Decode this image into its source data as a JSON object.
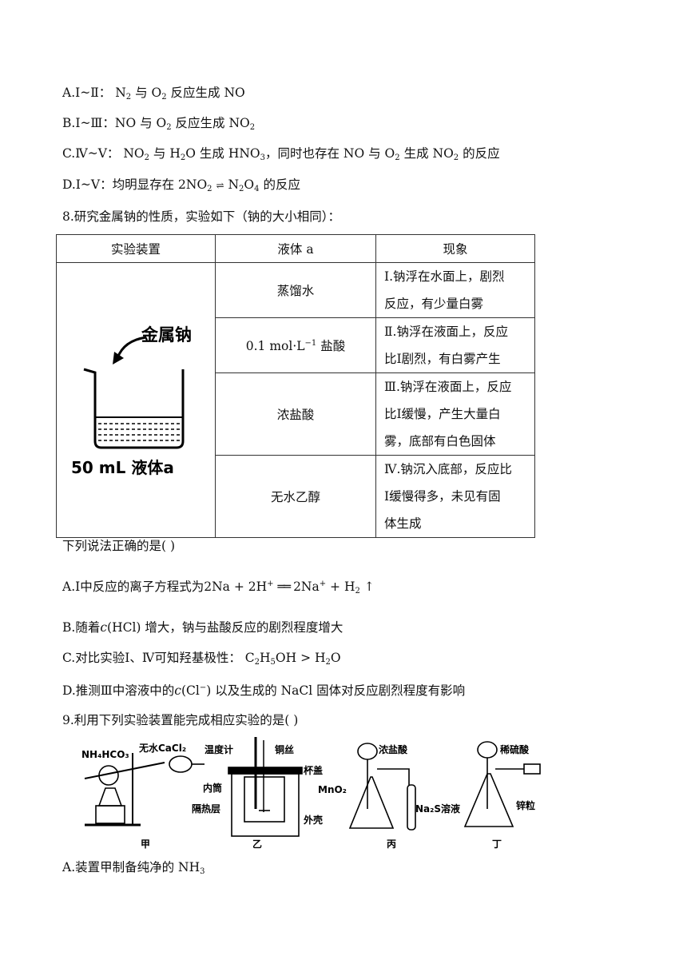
{
  "q7": {
    "A": {
      "label": "A.Ⅰ~Ⅱ：",
      "rest": "反应生成 NO"
    },
    "B": {
      "label": "B.Ⅰ~Ⅲ：",
      "rest": "反应生成"
    },
    "C": {
      "label": "C.Ⅳ~Ⅴ：",
      "mid": "生成",
      "tail": "，同时也存在 NO 与",
      "tail2": "的反应",
      "gen": "生成"
    },
    "D": {
      "label": "D.Ⅰ~Ⅴ：均明显存在",
      "tail": "的反应"
    }
  },
  "q8": {
    "stem": "8.研究金属钠的性质，实验如下（钠的大小相同）：",
    "headers": [
      "实验装置",
      "液体 a",
      "现象"
    ],
    "fig_label_top": "金属钠",
    "fig_label_bottom": "50 mL 液体a",
    "rows": [
      {
        "liquid": "蒸馏水",
        "phen": [
          "Ⅰ.钠浮在水面上，剧烈",
          "反应，有少量白雾"
        ]
      },
      {
        "liquid_prefix": "0.1 mol·L",
        "liquid_suffix": " 盐酸",
        "phen": [
          "Ⅱ.钠浮在液面上，反应",
          "比Ⅰ剧烈，有白雾产生"
        ]
      },
      {
        "liquid": "浓盐酸",
        "phen": [
          "Ⅲ.钠浮在液面上，反应",
          "比Ⅰ缓慢，产生大量白",
          "雾，底部有白色固体"
        ]
      },
      {
        "liquid": "无水乙醇",
        "phen": [
          "Ⅳ.钠沉入底部，反应比",
          "Ⅰ缓慢得多，未见有固",
          "体生成"
        ]
      }
    ],
    "question": "下列说法正确的是(   )",
    "A": {
      "label": "A.Ⅰ中反应的离子方程式为"
    },
    "B": {
      "pre": "B.随着",
      "post": "增大，钠与盐酸反应的剧烈程度增大"
    },
    "C": {
      "pre": "C.对比实验Ⅰ、Ⅳ可知羟基极性："
    },
    "D": {
      "pre": "D.推测Ⅲ中溶液中的",
      "post": "以及生成的 NaCl 固体对反应剧烈程度有影响"
    }
  },
  "q9": {
    "stem": "9.利用下列实验装置能完成相应实验的是(   )",
    "fig": {
      "jia": {
        "reagent": "NH₄HCO₃",
        "dryer": "无水CaCl₂",
        "caption": "甲"
      },
      "yi": {
        "thermo": "温度计",
        "wire": "铜丝",
        "lid": "杯盖",
        "inner": "内筒",
        "insul": "隔热层",
        "shell": "外壳",
        "caption": "乙"
      },
      "bing": {
        "acid": "浓盐酸",
        "solid": "MnO₂",
        "sol": "Na₂S溶液",
        "caption": "丙"
      },
      "ding": {
        "acid": "稀硫酸",
        "zinc": "锌粒",
        "caption": "丁"
      }
    },
    "A": {
      "pre": "A.装置甲制备纯净的"
    }
  }
}
